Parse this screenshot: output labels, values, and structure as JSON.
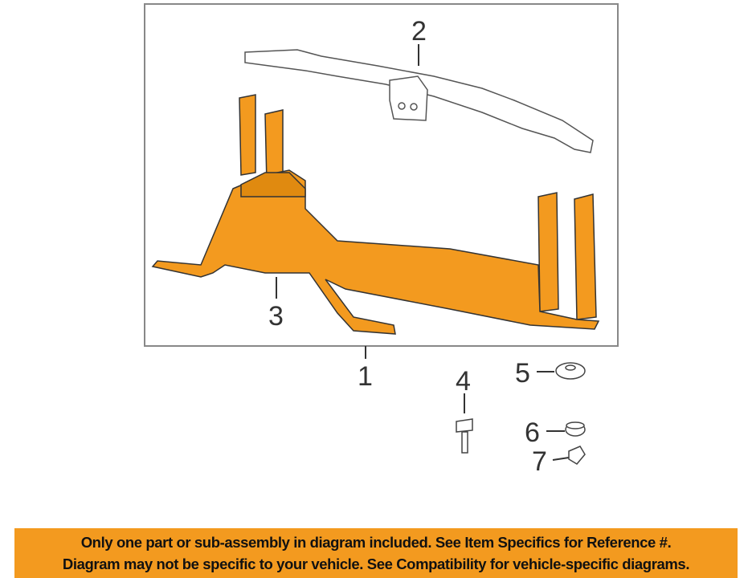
{
  "callouts": {
    "c1": "1",
    "c2": "2",
    "c3": "3",
    "c4": "4",
    "c5": "5",
    "c6": "6",
    "c7": "7"
  },
  "colors": {
    "part": "#f39a1f",
    "banner": "#f39a1f"
  },
  "banner": {
    "line1": "Only one part or sub-assembly in diagram included. See Item Specifics for Reference #.",
    "line2": "Diagram may not be specific to your vehicle. See Compatibility for vehicle-specific diagrams."
  }
}
